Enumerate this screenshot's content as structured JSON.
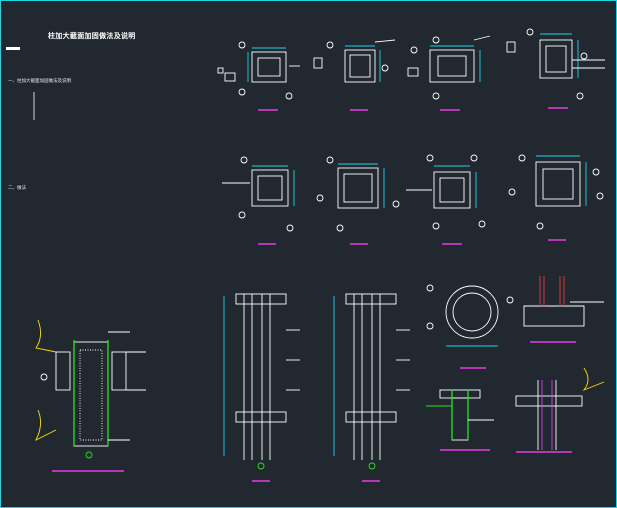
{
  "drawing": {
    "title": "柱加大截面加固做法及说明",
    "section_one": "一、柱加大截面加固做法及说明",
    "section_two": "二、做法"
  },
  "colors": {
    "background": "#212830",
    "frame": "#19d6e6",
    "concrete": "#ffffff",
    "dimension": "#19d6e6",
    "rebar": "#ffde00",
    "stirrup": "#21e621",
    "caption": "#e83ae8",
    "old_rebar": "#e63b3b"
  },
  "icons": [
    "section-detail-icon",
    "column-elevation-icon",
    "circular-section-icon",
    "callout-circle-icon"
  ]
}
